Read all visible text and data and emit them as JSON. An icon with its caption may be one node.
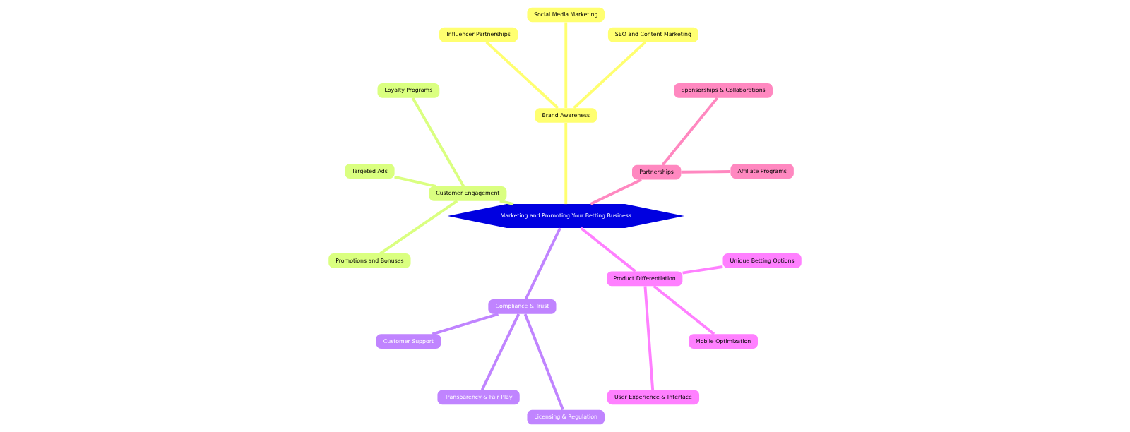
{
  "diagram": {
    "nodes": [
      {
        "text": [
          "Marketing and Promoting Your Betting Business"
        ]
      },
      {
        "text": [
          "Partnerships"
        ]
      },
      {
        "text": [
          "Affiliate Programs"
        ]
      },
      {
        "text": [
          "Sponsorships & Collaborations"
        ]
      },
      {
        "text": [
          "Brand Awareness"
        ]
      },
      {
        "text": [
          "SEO and Content Marketing"
        ]
      },
      {
        "text": [
          "Social Media Marketing"
        ]
      },
      {
        "text": [
          "Influencer Partnerships"
        ]
      },
      {
        "text": [
          "Customer Engagement"
        ]
      },
      {
        "text": [
          "Loyalty Programs"
        ]
      },
      {
        "text": [
          "Targeted Ads"
        ]
      },
      {
        "text": [
          "Promotions and Bonuses"
        ]
      },
      {
        "text": [
          "Compliance & Trust"
        ]
      },
      {
        "text": [
          "Customer Support"
        ]
      },
      {
        "text": [
          "Transparency & Fair Play"
        ]
      },
      {
        "text": [
          "Licensing & Regulation"
        ]
      },
      {
        "text": [
          "Product Differentiation"
        ]
      },
      {
        "text": [
          "User Experience & Interface"
        ]
      },
      {
        "text": [
          "Mobile Optimization"
        ]
      },
      {
        "text": [
          "Unique Betting Options"
        ]
      }
    ],
    "edges": [
      {
        "from": 0,
        "to": 1,
        "arrow": "none",
        "color": "#ff88c0"
      },
      {
        "from": 1,
        "to": 2,
        "arrow": "none",
        "color": "#ff88c0"
      },
      {
        "from": 1,
        "to": 3,
        "arrow": "none",
        "color": "#ff88c0"
      },
      {
        "from": 0,
        "to": 4,
        "arrow": "none",
        "color": "#ffff70"
      },
      {
        "from": 4,
        "to": 5,
        "arrow": "none",
        "color": "#ffff70"
      },
      {
        "from": 4,
        "to": 6,
        "arrow": "none",
        "color": "#ffff70"
      },
      {
        "from": 4,
        "to": 7,
        "arrow": "none",
        "color": "#ffff70"
      },
      {
        "from": 0,
        "to": 8,
        "arrow": "none",
        "color": "#daff80"
      },
      {
        "from": 8,
        "to": 9,
        "arrow": "none",
        "color": "#daff80"
      },
      {
        "from": 8,
        "to": 10,
        "arrow": "none",
        "color": "#daff80"
      },
      {
        "from": 8,
        "to": 11,
        "arrow": "none",
        "color": "#daff80"
      },
      {
        "from": 0,
        "to": 12,
        "arrow": "none",
        "color": "#c084ff"
      },
      {
        "from": 12,
        "to": 13,
        "arrow": "none",
        "color": "#c084ff"
      },
      {
        "from": 12,
        "to": 14,
        "arrow": "none",
        "color": "#c084ff"
      },
      {
        "from": 12,
        "to": 15,
        "arrow": "none",
        "color": "#c084ff"
      },
      {
        "from": 0,
        "to": 16,
        "arrow": "none",
        "color": "#ff80ff"
      },
      {
        "from": 16,
        "to": 17,
        "arrow": "none",
        "color": "#ff80ff"
      },
      {
        "from": 16,
        "to": 18,
        "arrow": "none",
        "color": "#ff80ff"
      },
      {
        "from": 16,
        "to": 19,
        "arrow": "none",
        "color": "#ff80ff"
      }
    ]
  }
}
